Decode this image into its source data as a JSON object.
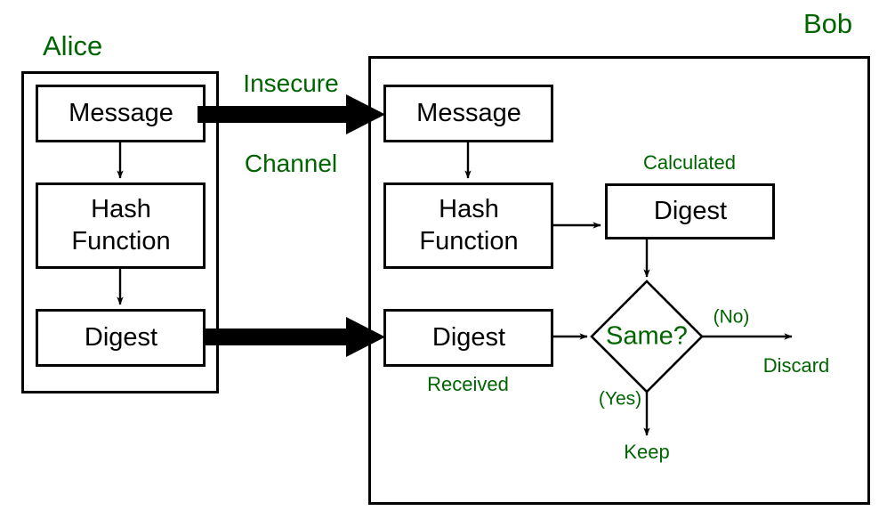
{
  "diagram": {
    "title_role": "hash-function-message-integrity-flow",
    "colors": {
      "text_green": "#006400",
      "stroke_black": "#000000",
      "background": "#ffffff"
    },
    "parties": {
      "left": "Alice",
      "right": "Bob"
    },
    "channel": {
      "line1": "Insecure",
      "line2": "Channel"
    },
    "alice": {
      "message": "Message",
      "hash_line1": "Hash",
      "hash_line2": "Function",
      "digest": "Digest"
    },
    "bob": {
      "message": "Message",
      "hash_line1": "Hash",
      "hash_line2": "Function",
      "calculated_caption": "Calculated",
      "calculated_digest": "Digest",
      "received_digest": "Digest",
      "received_caption": "Received",
      "decision": "Same?",
      "branch_no": "(No)",
      "branch_yes": "(Yes)",
      "outcome_no": "Discard",
      "outcome_yes": "Keep"
    }
  }
}
